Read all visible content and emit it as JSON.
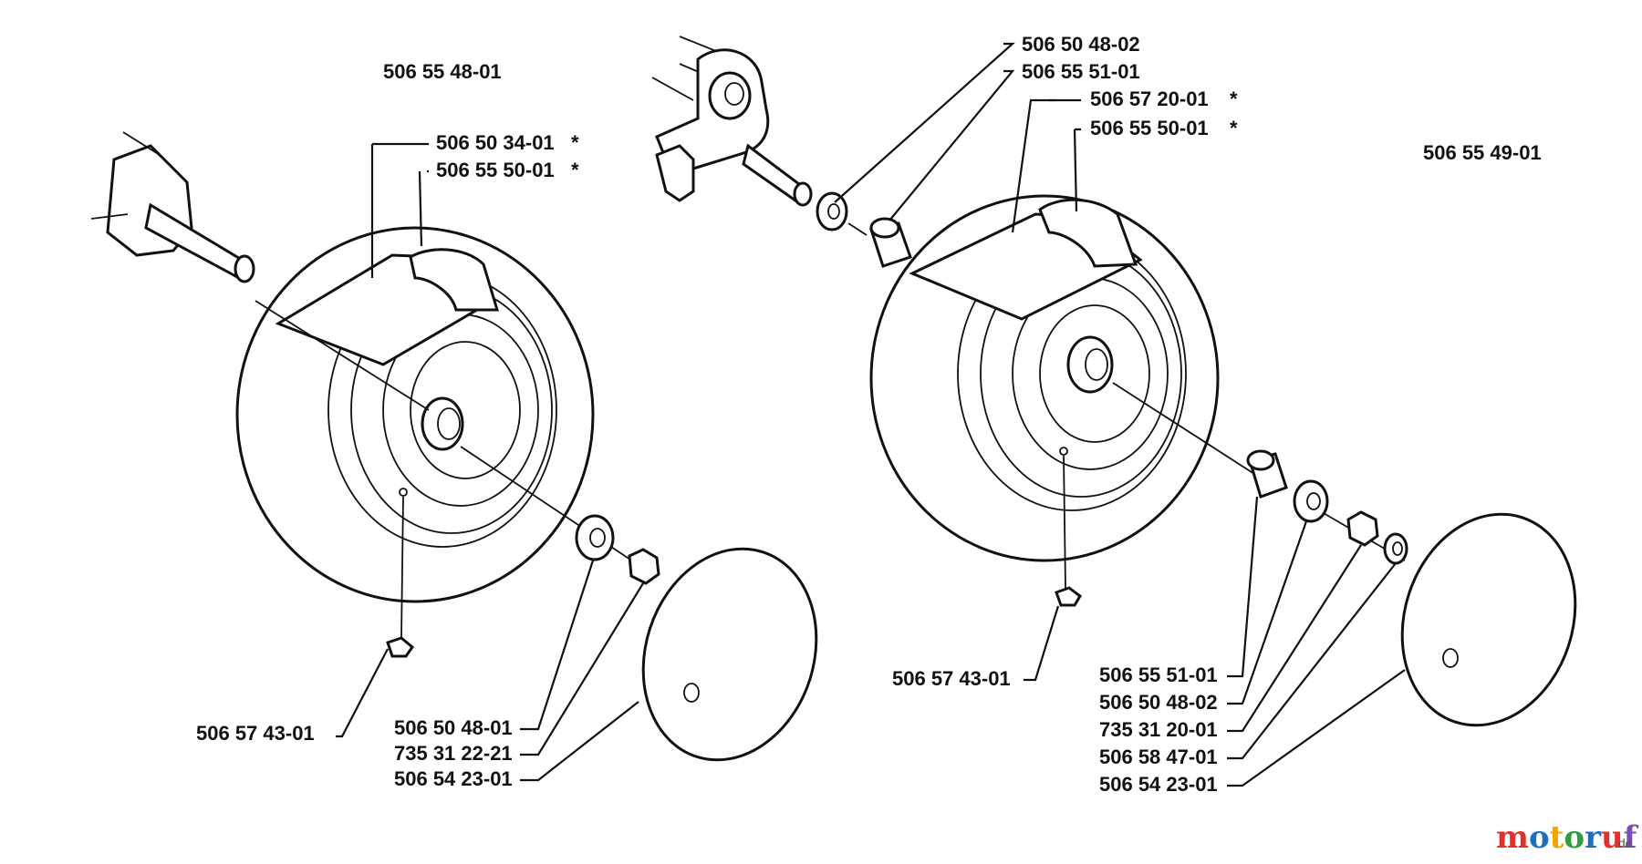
{
  "left_assembly": {
    "title": "506 55 48-01",
    "callouts": [
      "506 50 34-01",
      "506 55 50-01"
    ],
    "callout_marks": [
      "*",
      "*"
    ],
    "bottom_labels": [
      "506 57 43-01",
      "506 50 48-01",
      "735 31 22-21",
      "506 54 23-01"
    ]
  },
  "right_assembly": {
    "title": "506 55 49-01",
    "top_callouts": [
      "506 50 48-02",
      "506 55 51-01"
    ],
    "tire_callouts": [
      "506 57 20-01",
      "506 55 50-01"
    ],
    "callout_marks": [
      "*",
      "*"
    ],
    "valve_label": "506 57 43-01",
    "bottom_labels": [
      "506 55 51-01",
      "506 50 48-02",
      "735 31 20-01",
      "506 58 47-01",
      "506 54 23-01"
    ]
  },
  "watermark": {
    "text": "motoruf",
    "suffix": ".de",
    "colors": {
      "m": "#e2302b",
      "o1": "#1f6fbf",
      "t": "#f0a500",
      "o2": "#2e9e3c",
      "r": "#1f6fbf",
      "u": "#e2302b",
      "f": "#7a4fb3"
    }
  }
}
